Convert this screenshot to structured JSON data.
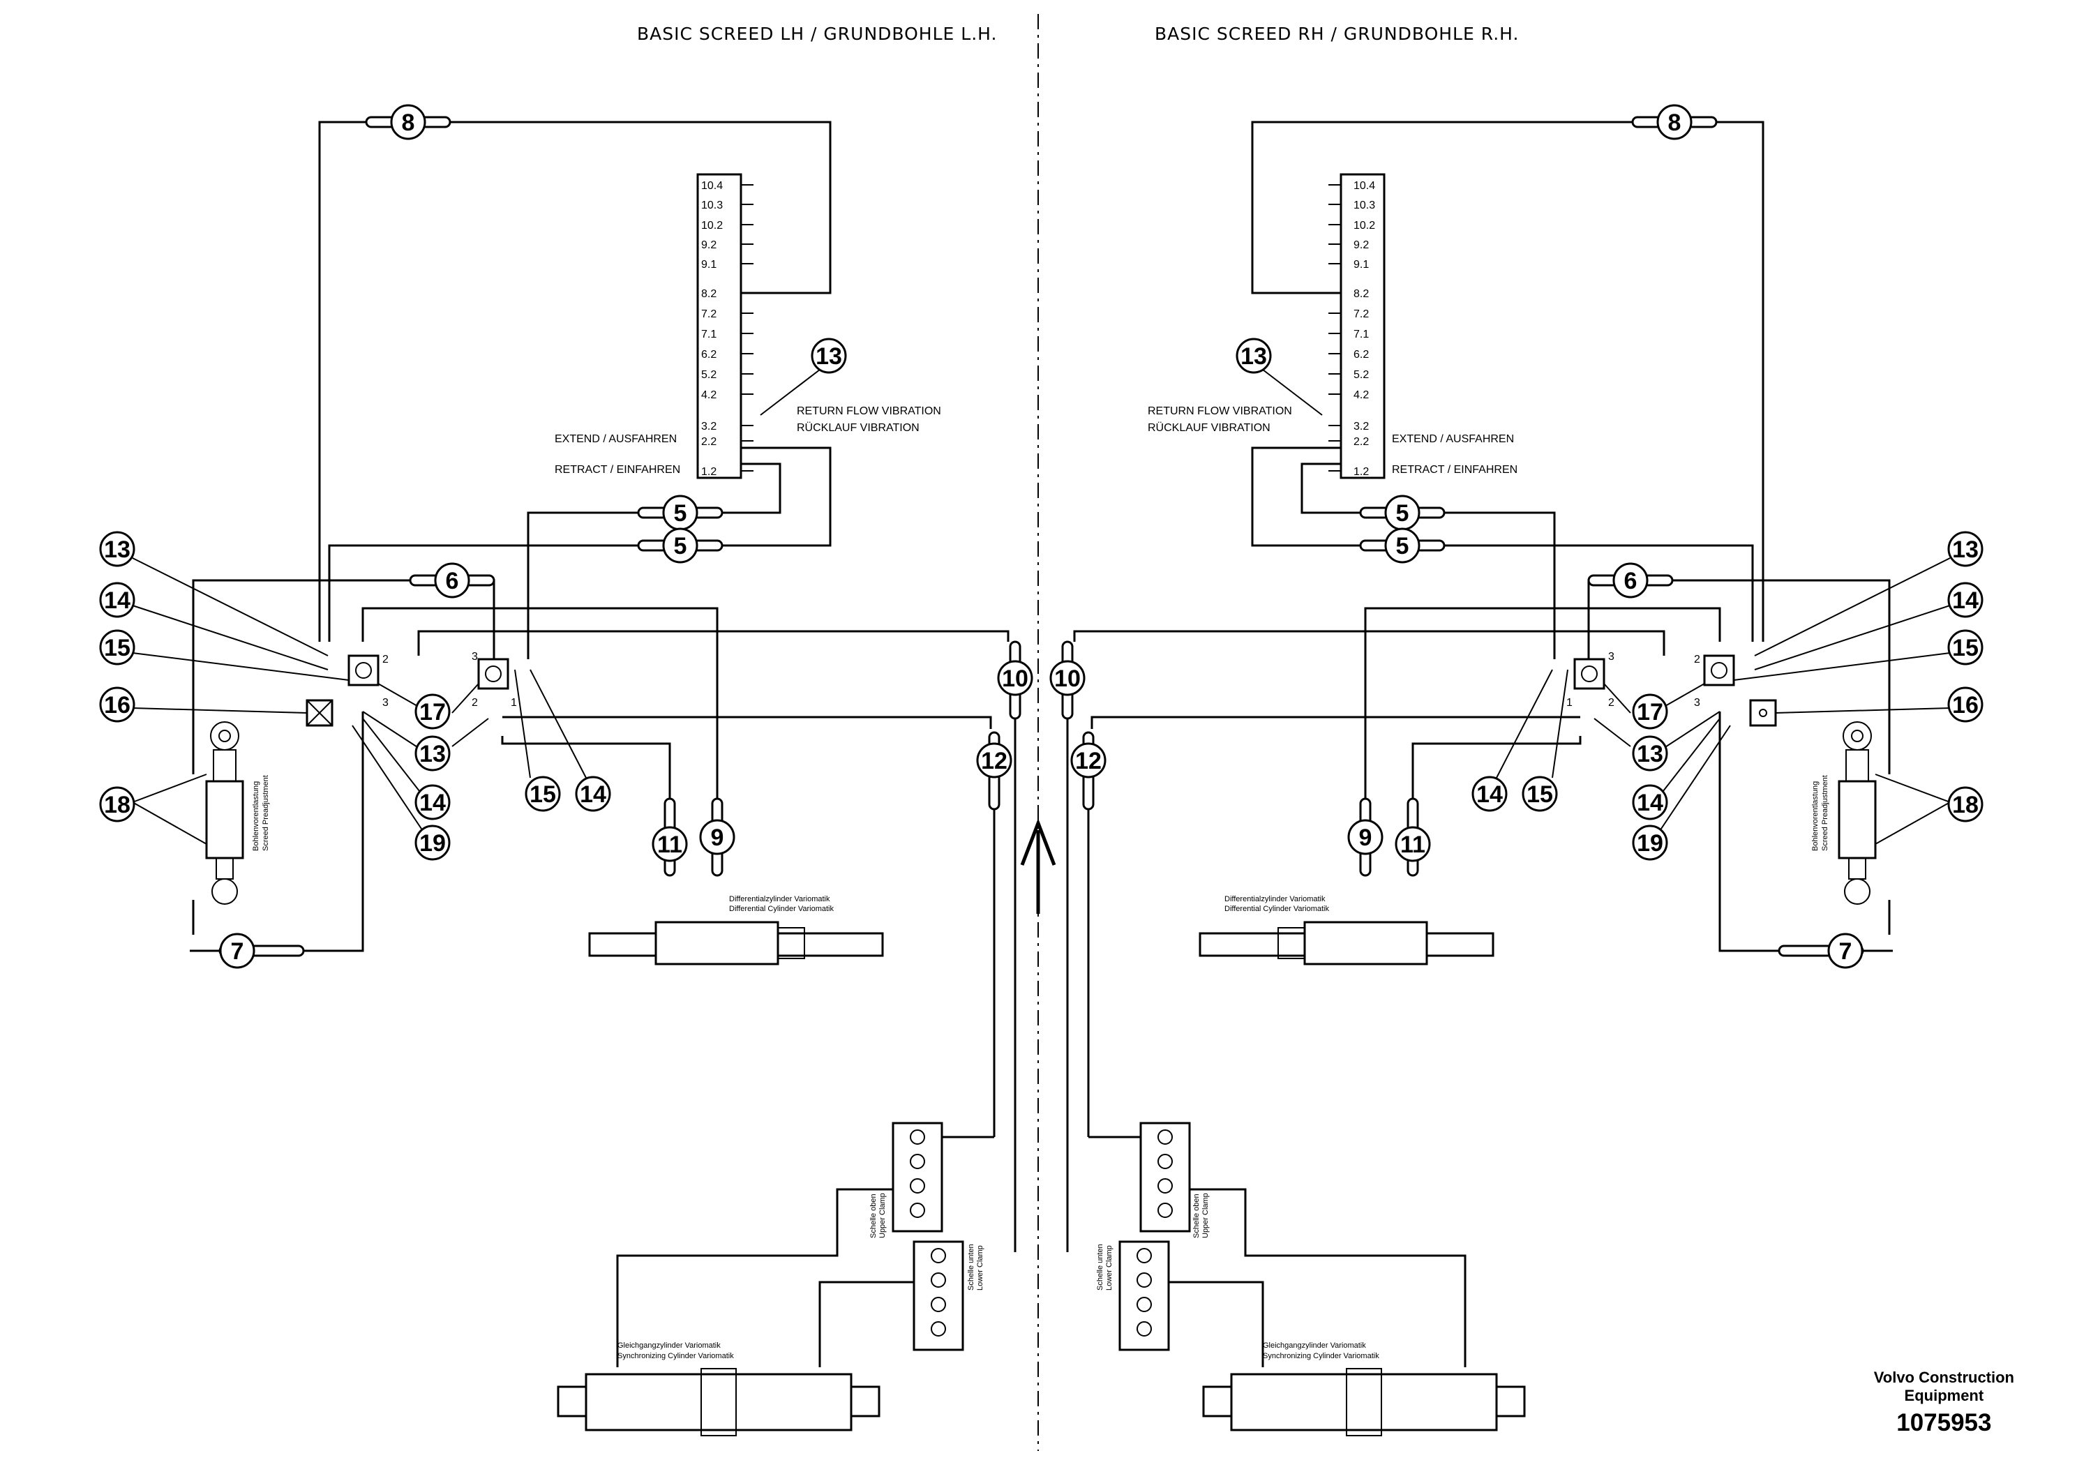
{
  "titles": {
    "left": "BASIC SCREED LH / GRUNDBOHLE L.H.",
    "right": "BASIC SCREED RH / GRUNDBOHLE R.H."
  },
  "ports": [
    "10.4",
    "10.3",
    "10.2",
    "9.2",
    "9.1",
    "8.2",
    "7.2",
    "7.1",
    "6.2",
    "5.2",
    "4.2",
    "3.2",
    "2.2",
    "1.2"
  ],
  "port_labels": {
    "return_1": "RETURN FLOW VIBRATION",
    "return_2": "RÜCKLAUF VIBRATION",
    "extend": "EXTEND / AUSFAHREN",
    "retract": "RETRACT / EINFAHREN"
  },
  "callouts": {
    "c5": "5",
    "c6": "6",
    "c7": "7",
    "c8": "8",
    "c9": "9",
    "c10": "10",
    "c11": "11",
    "c12": "12",
    "c13": "13",
    "c14": "14",
    "c15": "15",
    "c16": "16",
    "c17": "17",
    "c18": "18",
    "c19": "19"
  },
  "valve_ports": {
    "p1": "1",
    "p2": "2",
    "p3": "3"
  },
  "component_labels": {
    "diff_cyl_de": "Differentialzylinder Variomatik",
    "diff_cyl_en": "Differential Cylinder Variomatik",
    "sync_cyl_de": "Gleichgangzylinder Variomatik",
    "sync_cyl_en": "Synchronizing Cylinder Variomatik",
    "press_de": "Bohlenvorentlastung",
    "press_en": "Screed Preadjustment",
    "upper_clamp_de": "Schelle oben",
    "upper_clamp_en": "Upper Clamp",
    "lower_clamp_de": "Schelle unten",
    "lower_clamp_en": "Lower Clamp"
  },
  "footer": {
    "brand_line1": "Volvo Construction",
    "brand_line2": "Equipment",
    "doc_number": "1075953"
  }
}
